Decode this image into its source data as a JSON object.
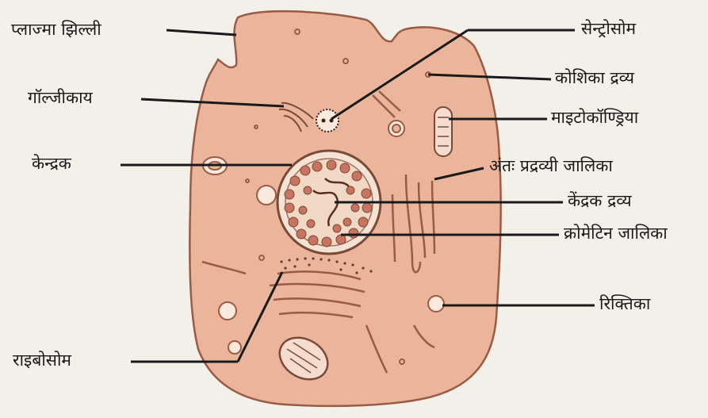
{
  "labels": {
    "plasma_membrane": "प्लाज्मा झिल्ली",
    "golgi_body": "गॉल्जीकाय",
    "nucleus": "केन्द्रक",
    "ribosome": "राइबोसोम",
    "centrosome": "सेन्ट्रोसोम",
    "cytoplasm": "कोशिका द्रव्य",
    "mitochondria": "माइटोकॉण्ड्रिया",
    "endoplasmic_reticulum": "अंतः प्रद्रव्यी जालिका",
    "nucleoplasm": "केंद्रक द्रव्य",
    "chromatin_network": "क्रोमेटिन जालिका",
    "vacuole": "रिक्तिका"
  },
  "colors": {
    "background": "#f3efe9",
    "cytoplasm": "#ebb59c",
    "cell_outline": "#9a5a44",
    "membrane_organelle": "#f6dccf",
    "nucleus_fill": "#f1d9c6",
    "chromatin": "#c8745e",
    "leader_line": "#1a1a1a"
  }
}
